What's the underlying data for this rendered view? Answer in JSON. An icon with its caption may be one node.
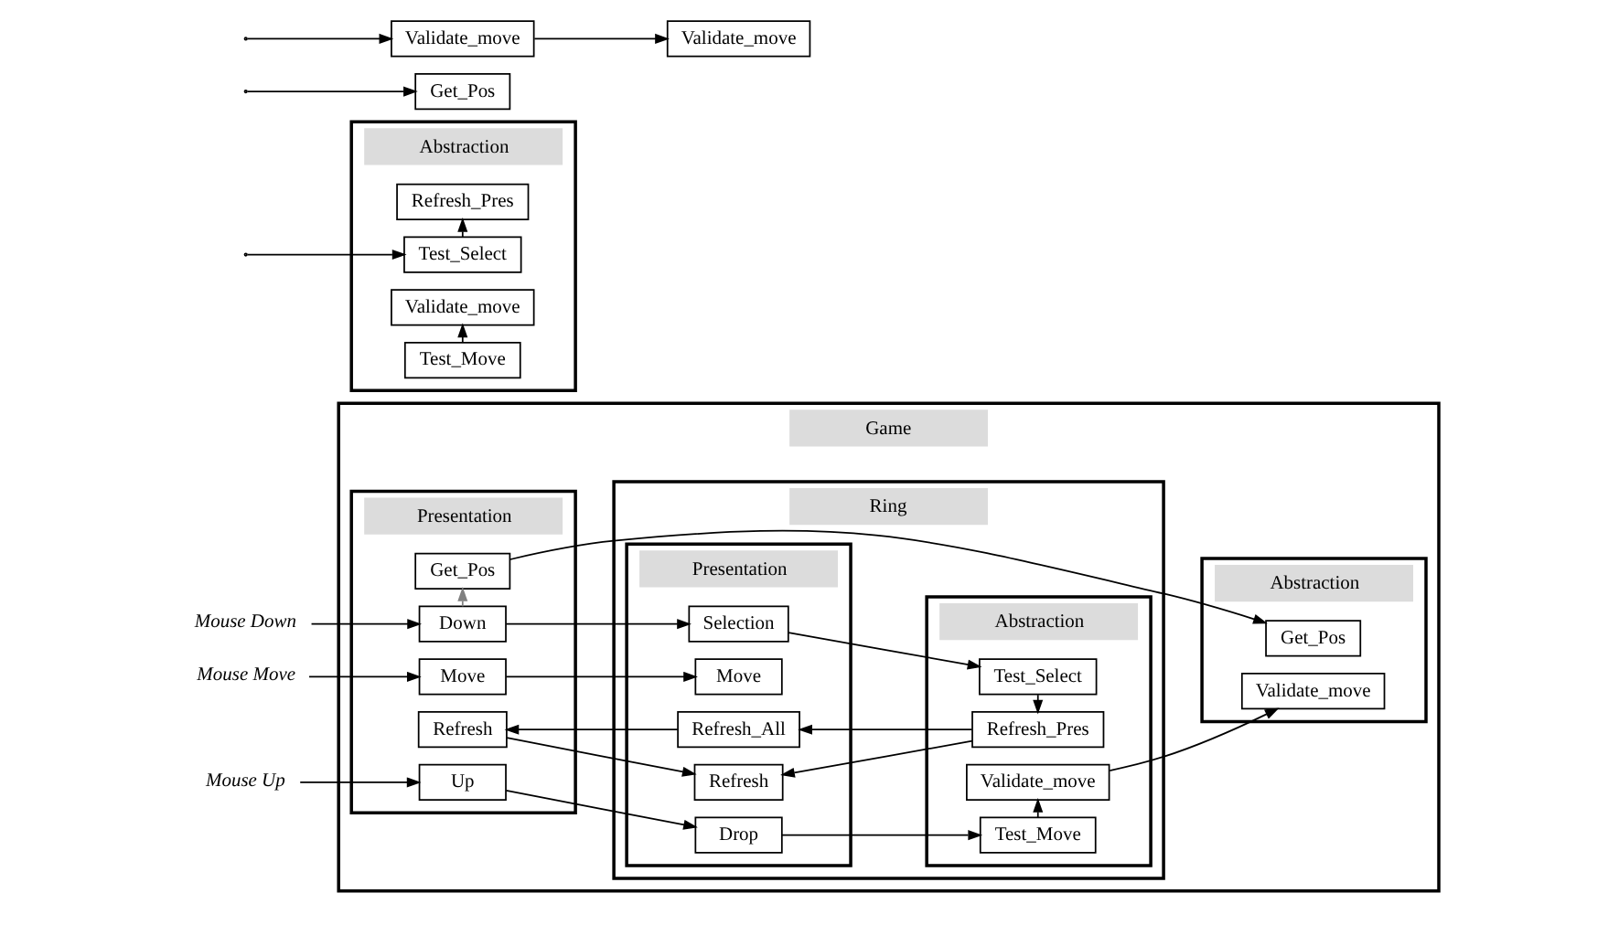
{
  "diagram": {
    "nodes": [
      {
        "text": [
          "Game"
        ]
      },
      {
        "text": [
          "Presentation"
        ],
        "in": 0
      },
      {
        "text": [
          "Down"
        ],
        "in": 1
      },
      {
        "text": [
          "Move"
        ],
        "in": 1
      },
      {
        "text": [
          "Up"
        ],
        "in": 1
      },
      {
        "text": [
          "Refresh"
        ],
        "in": 1
      },
      {
        "text": [
          "Get_Pos"
        ],
        "in": 1
      },
      {
        "text": [
          "Abstraction"
        ],
        "in": 0
      },
      {
        "text": [
          "Get_Pos"
        ],
        "in": 7
      },
      {
        "text": [
          "Validate_move"
        ],
        "in": 7
      },
      {
        "text": [
          "Ring"
        ],
        "in": 0
      },
      {
        "text": [
          "Presentation"
        ],
        "in": 10
      },
      {
        "text": [
          "Selection"
        ],
        "in": 11
      },
      {
        "text": [
          "Move"
        ],
        "in": 11
      },
      {
        "text": [
          "Drop"
        ],
        "in": 11
      },
      {
        "text": [
          "Refresh_All"
        ],
        "in": 11
      },
      {
        "text": [
          "Refresh"
        ],
        "in": 11
      },
      {
        "text": [
          "Abstraction"
        ],
        "in": 10
      },
      {
        "text": [
          "Test_Select"
        ],
        "in": 17
      },
      {
        "text": [
          "Test_Move"
        ],
        "in": 17
      },
      {
        "text": [
          "Refresh_Pres"
        ],
        "in": 17
      },
      {
        "text": [
          "Validate_move"
        ],
        "in": 17
      },
      {
        "text": [
          "Mouse Down"
        ]
      },
      {
        "text": [
          "Mouse Move"
        ]
      },
      {
        "text": [
          "Mouse Up"
        ]
      },
      {
        "text": [
          "Abstraction"
        ]
      },
      {
        "text": [
          "Test_Select"
        ],
        "in": 25
      },
      {
        "text": [
          "Test_Move"
        ],
        "in": 25
      },
      {
        "text": [
          "Refresh_Pres"
        ],
        "in": 25
      },
      {
        "text": [
          "Validate_move"
        ],
        "in": 25
      },
      {
        "text": [
          "Get_Pos"
        ]
      },
      {
        "text": [
          "Validate_move"
        ]
      },
      {
        "text": [
          "Validate_move"
        ]
      }
    ],
    "edges": [
      {
        "from": 22,
        "to": 2,
        "arrow": "to"
      },
      {
        "from": 23,
        "to": 3,
        "arrow": "to"
      },
      {
        "from": 24,
        "to": 4,
        "arrow": "to"
      },
      {
        "from": 2,
        "to": 6,
        "arrow": "to",
        "color": "#808080"
      },
      {
        "from": 2,
        "to": 12,
        "arrow": "to"
      },
      {
        "from": 3,
        "to": 13,
        "arrow": "to"
      },
      {
        "from": 4,
        "to": 14,
        "arrow": "to"
      },
      {
        "from": 15,
        "to": 5,
        "arrow": "to"
      },
      {
        "from": 5,
        "to": 16,
        "arrow": "to"
      },
      {
        "from": 6,
        "to": 8,
        "arrow": "to"
      },
      {
        "from": 12,
        "to": 18,
        "arrow": "to"
      },
      {
        "from": 14,
        "to": 19,
        "arrow": "to"
      },
      {
        "from": 20,
        "to": 15,
        "arrow": "to"
      },
      {
        "from": 20,
        "to": 16,
        "arrow": "to"
      },
      {
        "from": 21,
        "to": 9,
        "arrow": "to"
      },
      {
        "from": 18,
        "to": 20,
        "arrow": "to"
      },
      {
        "from": 19,
        "to": 21,
        "arrow": "to"
      },
      {
        "from": null,
        "to": 26,
        "arrow": "to"
      },
      {
        "from": 26,
        "to": 28,
        "arrow": "to"
      },
      {
        "from": 27,
        "to": 29,
        "arrow": "to"
      },
      {
        "from": null,
        "to": 30,
        "arrow": "to"
      },
      {
        "from": 32,
        "to": 31,
        "arrow": "to"
      },
      {
        "from": null,
        "to": 32,
        "arrow": "to"
      }
    ]
  }
}
